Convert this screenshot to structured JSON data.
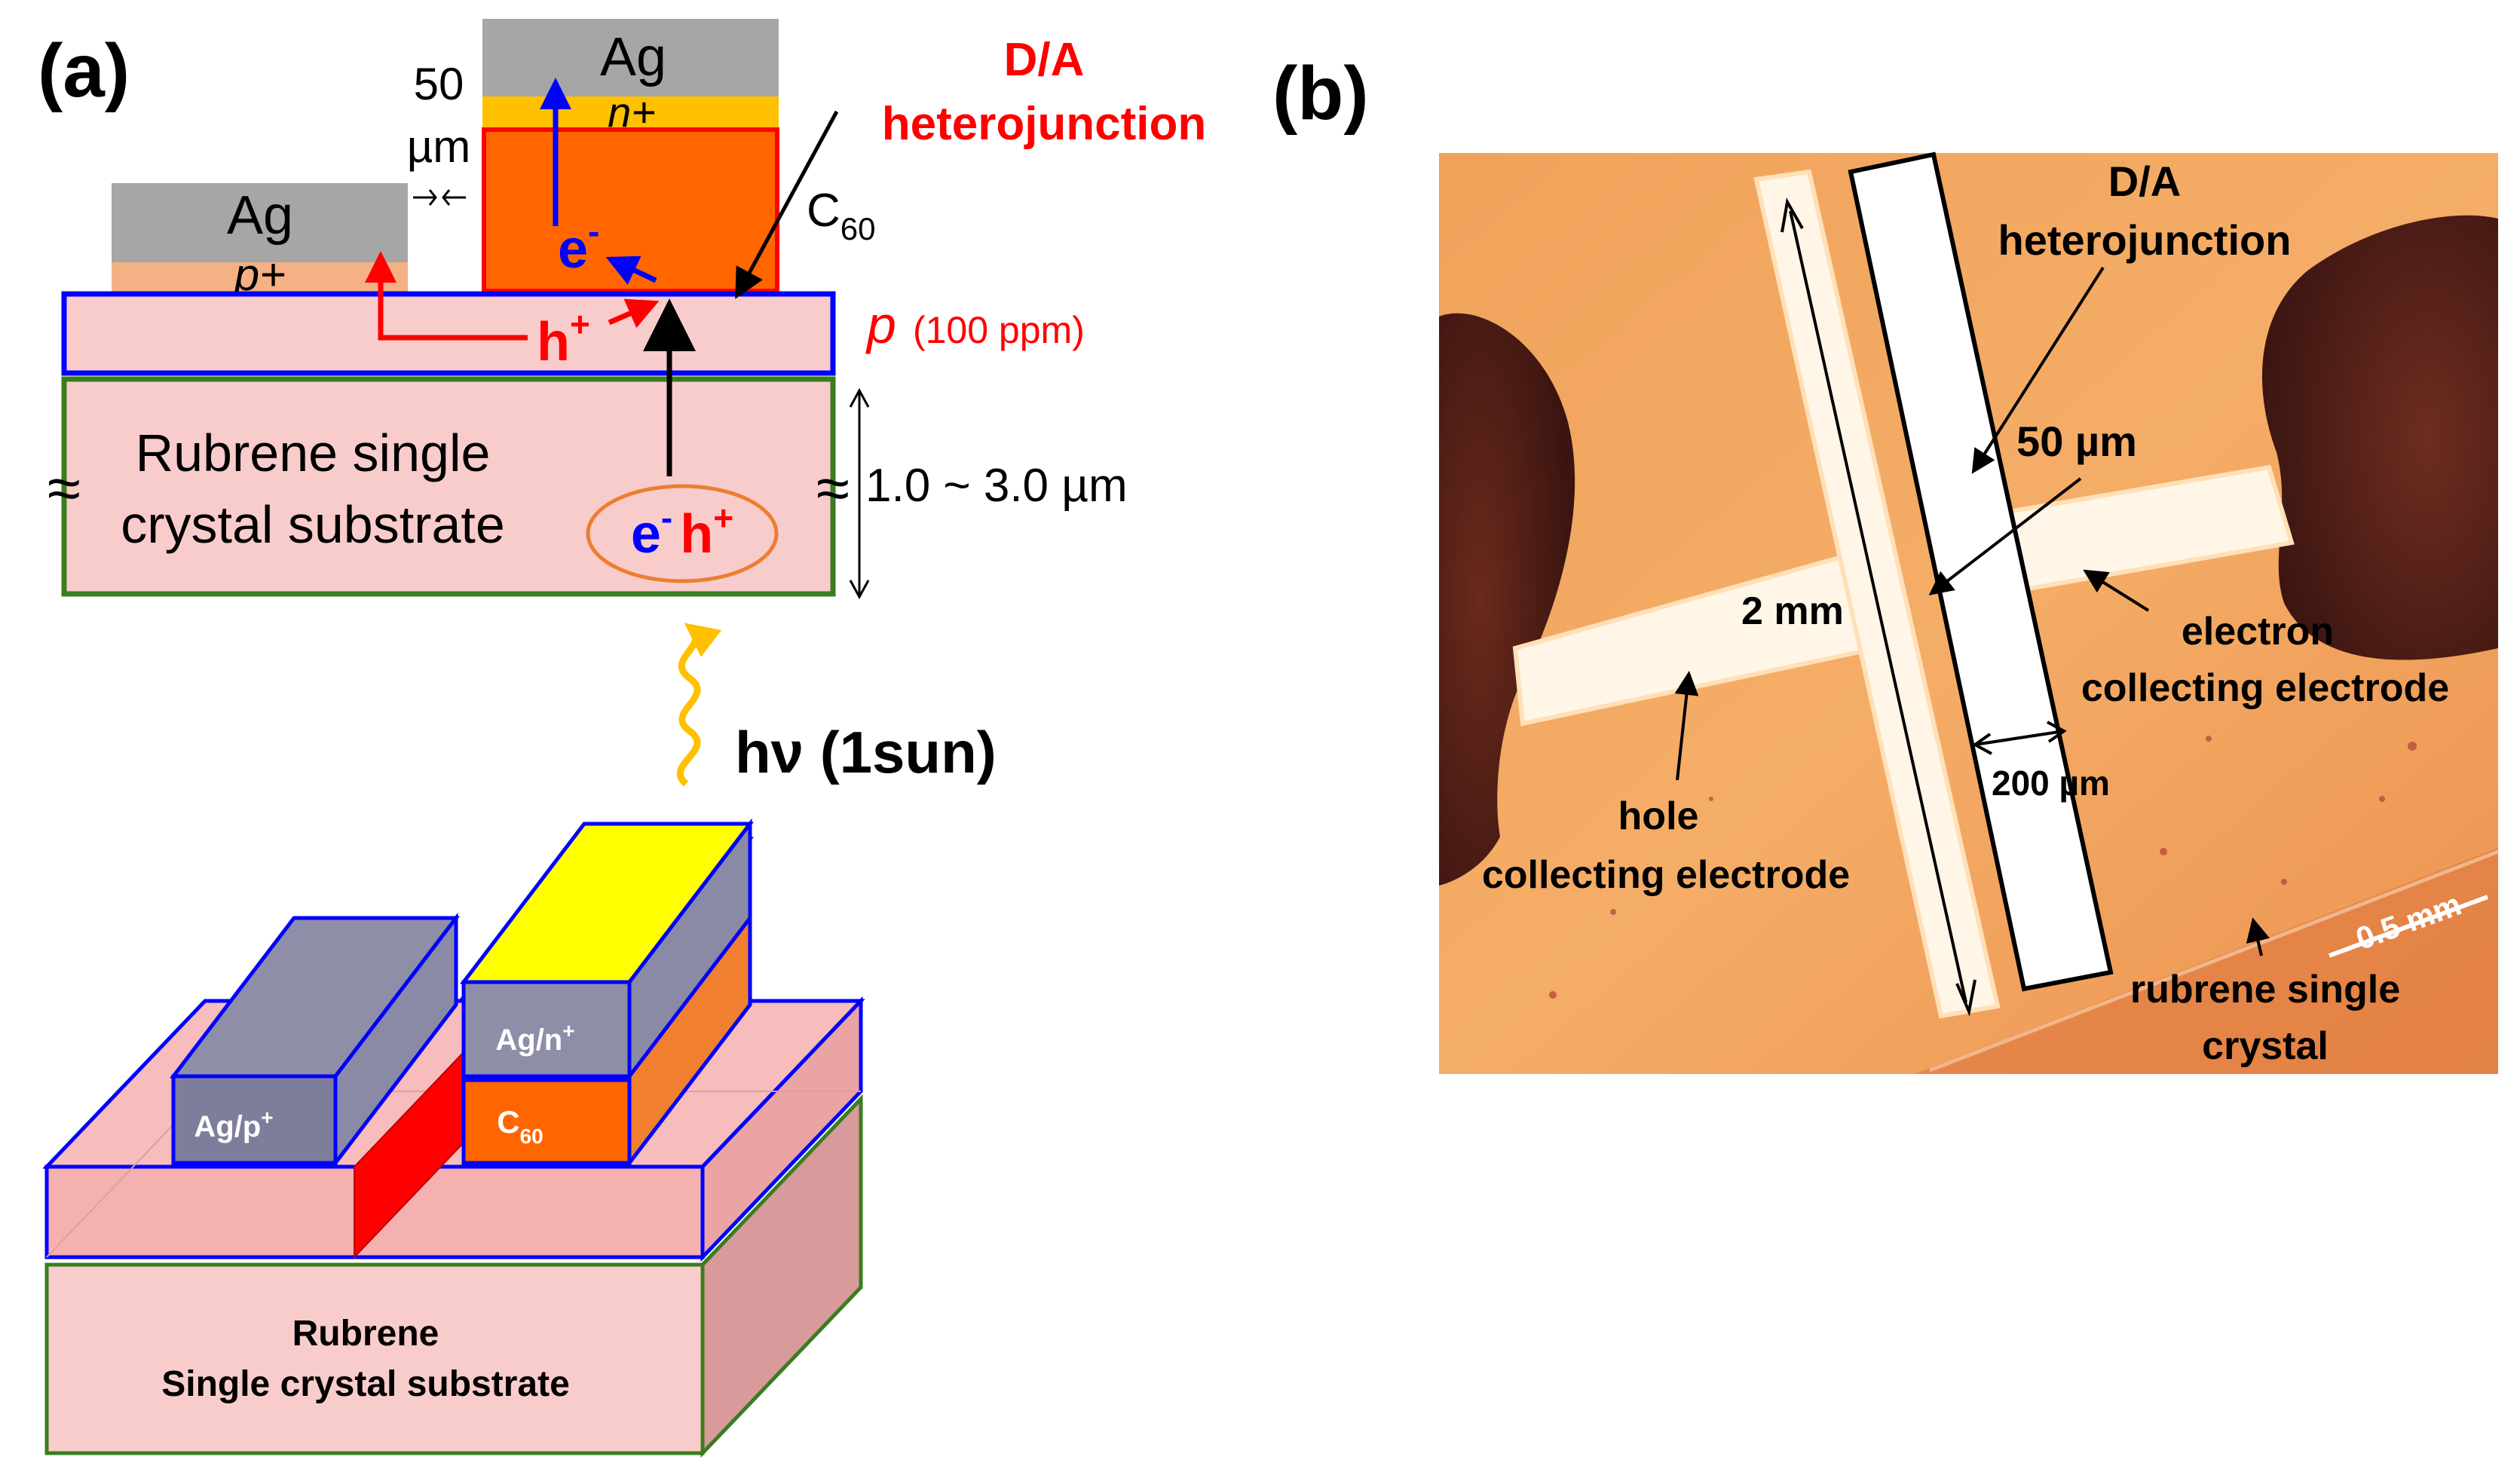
{
  "panel_a": {
    "label": "(a)",
    "cross_section": {
      "ag_right": "Ag",
      "n_plus": "n+",
      "ag_left": "Ag",
      "p_plus": "p+",
      "gap_value": "50",
      "gap_unit": "µm",
      "da_line1": "D/A",
      "da_line2": "heterojunction",
      "c60": "C",
      "c60_sub": "60",
      "electron": "e",
      "electron_sup": "-",
      "hole": "h",
      "hole_sup": "+",
      "p_layer": "p",
      "p_layer_conc": "(100 ppm)",
      "substrate_line1": "Rubrene single",
      "substrate_line2": "crystal substrate",
      "exciton_e": "e",
      "exciton_e_sup": "-",
      "exciton_h": "h",
      "exciton_h_sup": "+",
      "thickness": "1.0 ~ 3.0 µm",
      "break_mark": "≈",
      "light": "hν (1sun)"
    },
    "iso_view": {
      "ag_n_label": "Ag/n",
      "ag_n_sup": "+",
      "ag_p_label": "Ag/p",
      "ag_p_sup": "+",
      "c60_label": "C",
      "c60_sub": "60",
      "substrate_line1": "Rubrene",
      "substrate_line2": "Single crystal substrate"
    },
    "colors": {
      "ag": "#a6a6a6",
      "n_plus": "#ffc000",
      "p_plus": "#f4b183",
      "c60": "#ff6600",
      "substrate": "#f9cccc",
      "blue_border": "#0000ff",
      "green_border": "#3a7d20",
      "red": "#ff0000",
      "electron_blue": "#0000ff",
      "light_arrow": "#ffc000",
      "yellow_top": "#ffff00"
    }
  },
  "panel_b": {
    "label": "(b)",
    "da_line1": "D/A",
    "da_line2": "heterojunction",
    "width_50": "50 µm",
    "length": "2 mm",
    "electron_line1": "electron",
    "electron_line2": "collecting electrode",
    "width_200": "200 µm",
    "hole_line1": "hole",
    "hole_line2": "collecting electrode",
    "scale": "0.5 mm",
    "crystal_line1": "rubrene single",
    "crystal_line2": "crystal"
  }
}
